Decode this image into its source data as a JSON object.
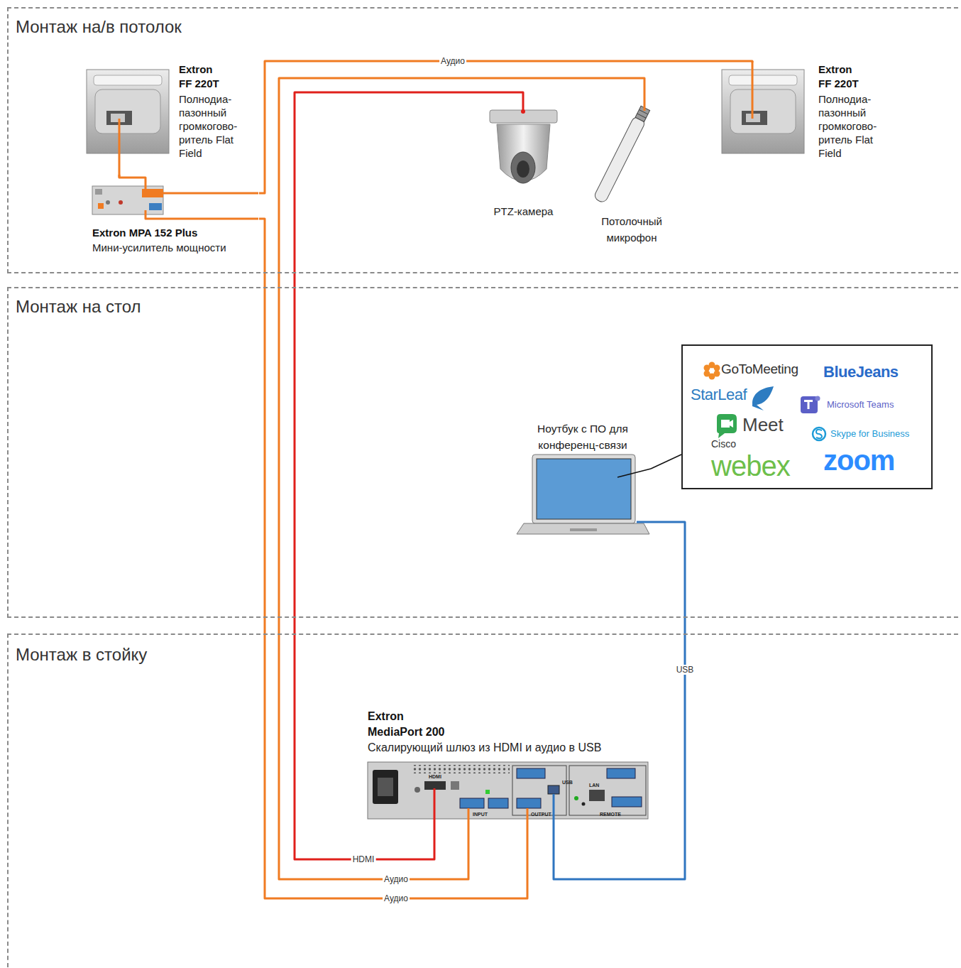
{
  "diagram": {
    "nodes": [
      {
        "text": [
          "Монтаж на/в потолок"
        ]
      },
      {
        "text": [
          "Extron FF 220T",
          "Полнодиа- пазонный громкогово- ритель Flat Field"
        ],
        "in": 0
      },
      {
        "text": [
          "Extron MPA 152 Plus",
          "Мини-усилитель мощности"
        ],
        "in": 0
      },
      {
        "text": [
          "PTZ-камера"
        ],
        "in": 0
      },
      {
        "text": [
          "Потолочный микрофон"
        ],
        "in": 0
      },
      {
        "text": [
          "Extron FF 220T",
          "Полнодиа- пазонный громкогово- ритель Flat Field"
        ],
        "in": 0
      },
      {
        "text": [
          "Монтаж на стол"
        ]
      },
      {
        "text": [
          "Ноутбук с ПО для конференц-связи"
        ],
        "in": 6
      },
      {
        "text": [
          "GoToMeeting",
          "BlueJeans",
          "StarLeaf",
          "Microsoft Teams",
          "Meet",
          "Skype for Business",
          "Cisco",
          "webex",
          "zoom"
        ],
        "in": 6
      },
      {
        "text": [
          "Монтаж в стойку"
        ]
      },
      {
        "text": [
          "Extron MediaPort 200",
          "Скалирующий шлюз из HDMI и аудио в USB"
        ],
        "in": 9
      }
    ],
    "edges": [
      {
        "from": 1,
        "to": 2,
        "arrow": "none"
      },
      {
        "from": 2,
        "to": 5,
        "label": "Аудио",
        "arrow": "none"
      },
      {
        "from": 3,
        "to": 10,
        "label": "HDMI",
        "arrow": "none"
      },
      {
        "from": 4,
        "to": 10,
        "label": "Аудио",
        "arrow": "none"
      },
      {
        "from": 10,
        "to": 2,
        "label": "Аудио",
        "arrow": "none"
      },
      {
        "from": 7,
        "to": 10,
        "label": "USB",
        "arrow": "none"
      },
      {
        "from": 7,
        "to": 8,
        "arrow": "none"
      }
    ],
    "labels": [
      "HDMI",
      "INPUT",
      "OUTPUT",
      "REMOTE",
      "USB",
      "LAN"
    ]
  }
}
